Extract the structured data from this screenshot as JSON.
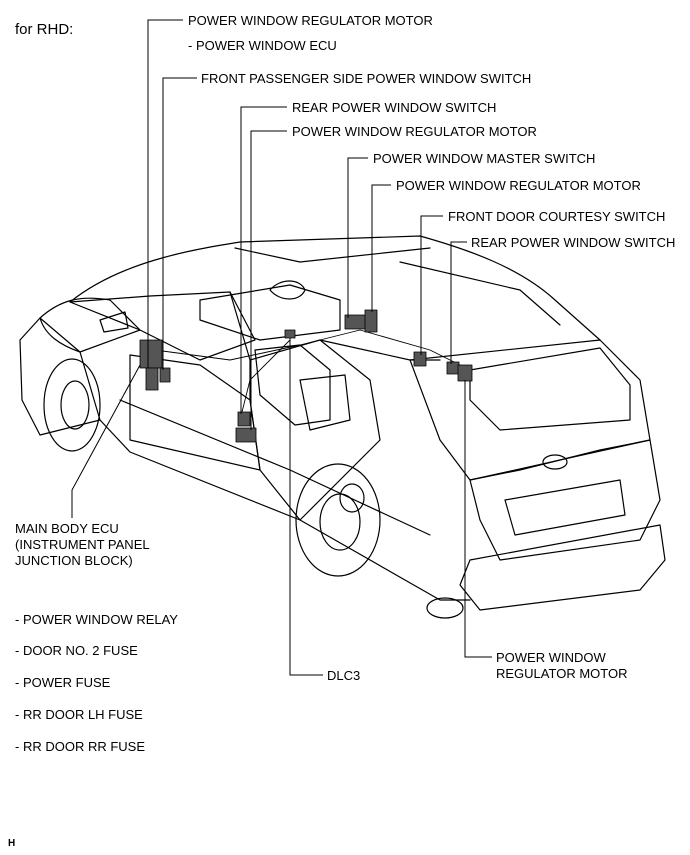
{
  "header": {
    "variant": "for RHD:"
  },
  "callouts": {
    "pw_regulator_motor_1": "POWER WINDOW REGULATOR MOTOR",
    "pw_ecu": "- POWER WINDOW ECU",
    "front_passenger_switch": "FRONT PASSENGER SIDE POWER WINDOW SWITCH",
    "rear_pw_switch_1": "REAR POWER WINDOW SWITCH",
    "pw_regulator_motor_2": "POWER WINDOW REGULATOR MOTOR",
    "pw_master_switch": "POWER WINDOW MASTER SWITCH",
    "pw_regulator_motor_3": "POWER WINDOW REGULATOR MOTOR",
    "front_door_courtesy_switch": "FRONT DOOR COURTESY SWITCH",
    "rear_pw_switch_2": "REAR POWER WINDOW SWITCH",
    "main_body_ecu": [
      "MAIN BODY ECU",
      "(INSTRUMENT PANEL",
      "JUNCTION BLOCK)"
    ],
    "dlc3": "DLC3",
    "pw_regulator_motor_4": [
      "POWER WINDOW",
      "REGULATOR MOTOR"
    ]
  },
  "fuse_list": [
    "- POWER WINDOW RELAY",
    "- DOOR NO. 2 FUSE",
    "- POWER FUSE",
    "- RR DOOR LH FUSE",
    "- RR DOOR RR FUSE"
  ],
  "footer": {
    "corner_code": "H"
  }
}
